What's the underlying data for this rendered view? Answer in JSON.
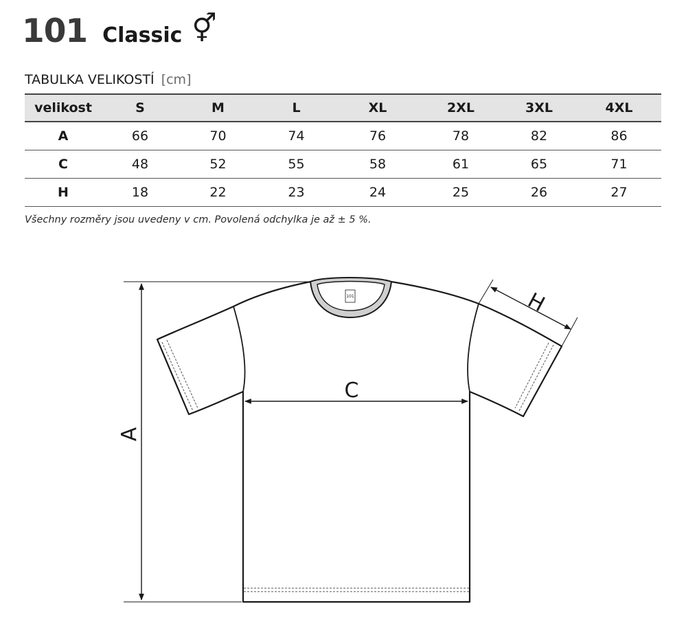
{
  "header": {
    "code": "101",
    "name": "Classic",
    "gender_symbol": "⚥"
  },
  "table": {
    "title": "TABULKA VELIKOSTÍ",
    "unit": "[cm]",
    "headers": [
      "velikost",
      "S",
      "M",
      "L",
      "XL",
      "2XL",
      "3XL",
      "4XL"
    ],
    "rows": [
      [
        "A",
        "66",
        "70",
        "74",
        "76",
        "78",
        "82",
        "86"
      ],
      [
        "C",
        "48",
        "52",
        "55",
        "58",
        "61",
        "65",
        "71"
      ],
      [
        "H",
        "18",
        "22",
        "23",
        "24",
        "25",
        "26",
        "27"
      ]
    ]
  },
  "note": "Všechny rozměry jsou uvedeny v cm. Povolená odchylka je až ± 5 %.",
  "diagram": {
    "label_a": "A",
    "label_c": "C",
    "label_h": "H",
    "tag_text": "101"
  }
}
